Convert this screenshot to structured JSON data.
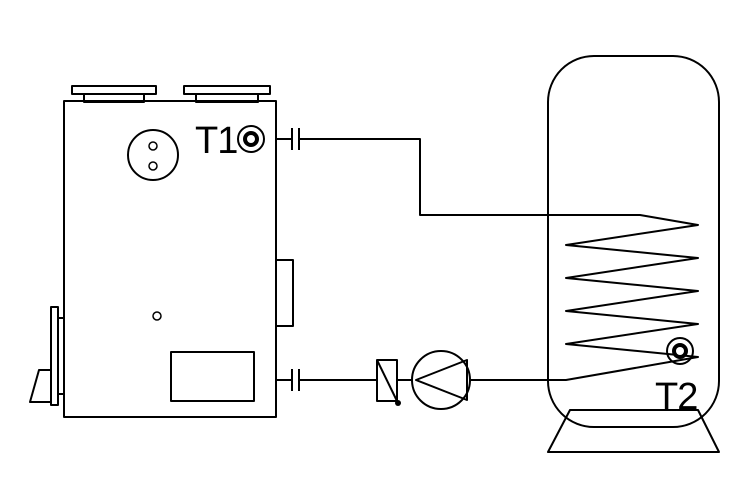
{
  "labels": {
    "sensor1": "T1",
    "sensor2": "T2"
  },
  "components": {
    "boiler": "boiler",
    "tank": "storage-tank",
    "coil": "heat-exchanger-coil",
    "pump": "circulation-pump",
    "check_valve": "check-valve",
    "sensor_icon": "temperature-sensor-icon"
  },
  "colors": {
    "stroke": "#000000",
    "background": "#ffffff",
    "fill": "#ffffff"
  }
}
